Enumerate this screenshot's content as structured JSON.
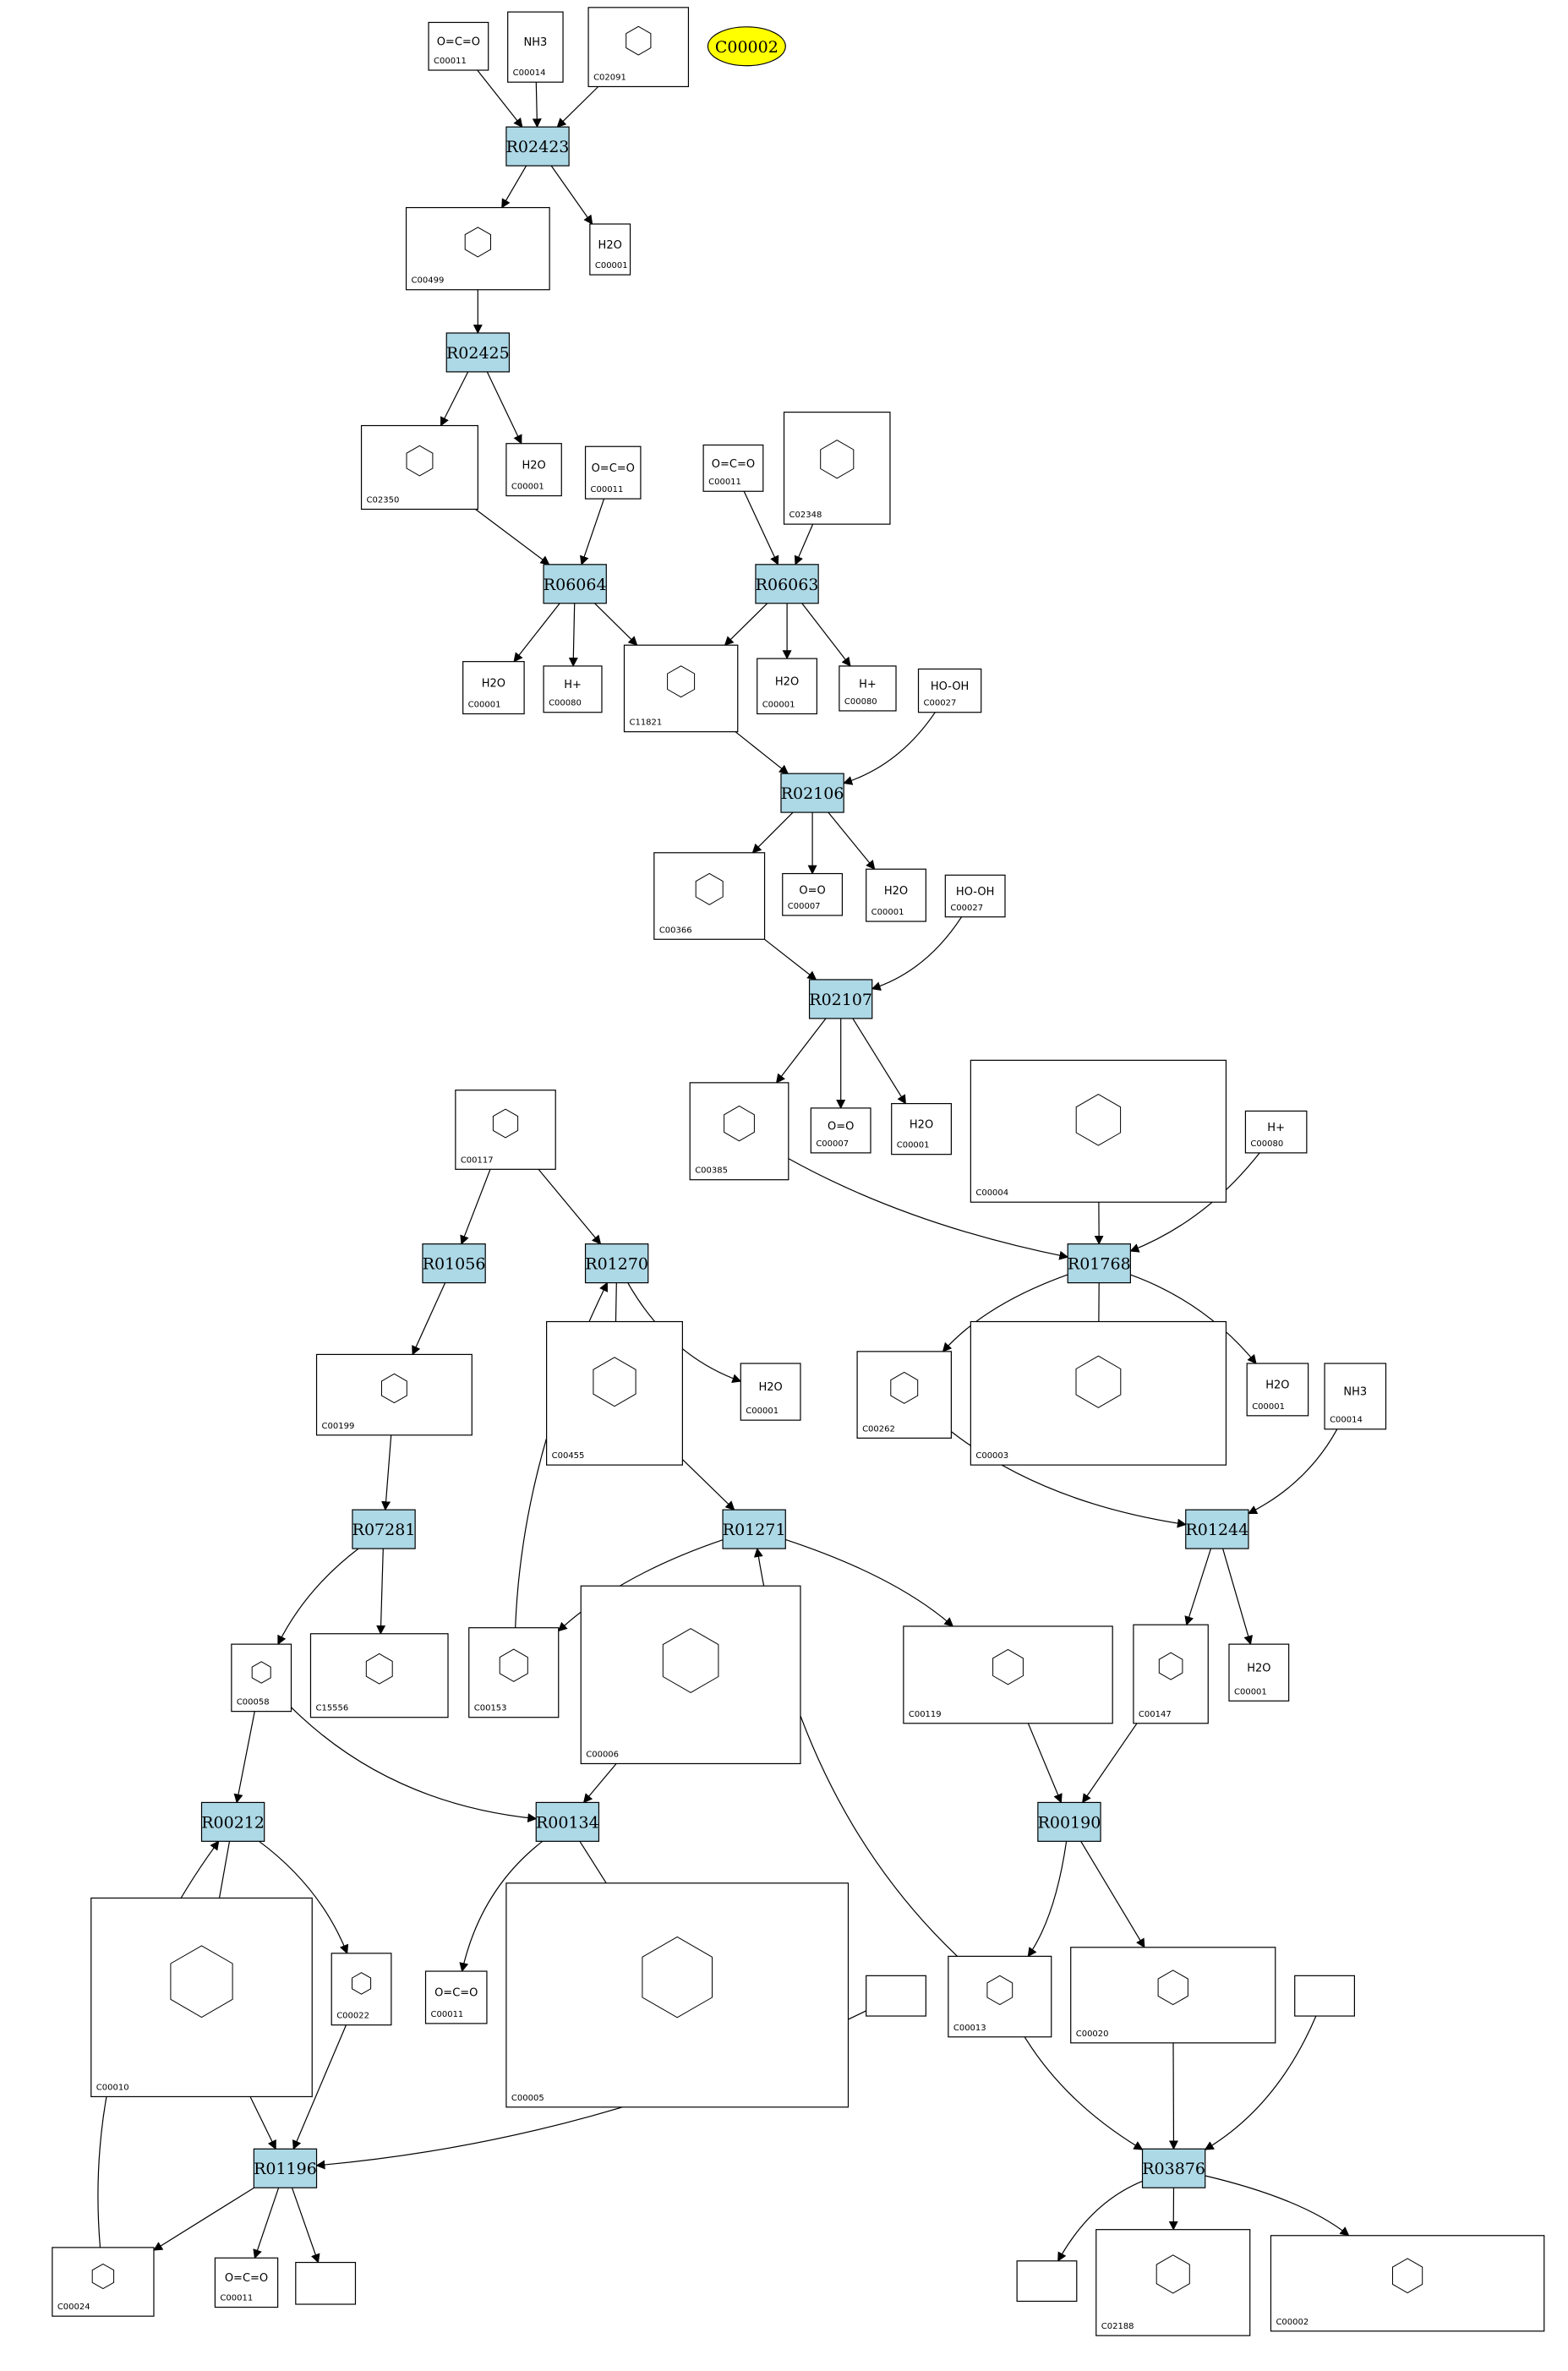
{
  "external_node": "C00002",
  "reactions": [
    {
      "id": "R02423"
    },
    {
      "id": "R02425"
    },
    {
      "id": "R06064"
    },
    {
      "id": "R06063"
    },
    {
      "id": "R02106"
    },
    {
      "id": "R02107"
    },
    {
      "id": "R01056"
    },
    {
      "id": "R01270"
    },
    {
      "id": "R01768"
    },
    {
      "id": "R07281"
    },
    {
      "id": "R01271"
    },
    {
      "id": "R01244"
    },
    {
      "id": "R00212"
    },
    {
      "id": "R00134"
    },
    {
      "id": "R00190"
    },
    {
      "id": "R01196"
    },
    {
      "id": "R03876"
    }
  ],
  "compounds": [
    {
      "id": "C00011",
      "formula": "O=C=O"
    },
    {
      "id": "C00014",
      "formula": "NH3"
    },
    {
      "id": "C02091",
      "formula": ""
    },
    {
      "id": "C00001",
      "formula": "H2O"
    },
    {
      "id": "C00499",
      "formula": ""
    },
    {
      "id": "C02350",
      "formula": ""
    },
    {
      "id": "C00001",
      "formula": "H2O"
    },
    {
      "id": "C00011",
      "formula": "O=C=O"
    },
    {
      "id": "C00011",
      "formula": "O=C=O"
    },
    {
      "id": "C02348",
      "formula": ""
    },
    {
      "id": "C00001",
      "formula": "H2O"
    },
    {
      "id": "C00080",
      "formula": "H+"
    },
    {
      "id": "C11821",
      "formula": ""
    },
    {
      "id": "C00001",
      "formula": "H2O"
    },
    {
      "id": "C00080",
      "formula": "H+"
    },
    {
      "id": "C00027",
      "formula": "HO-OH"
    },
    {
      "id": "C00366",
      "formula": ""
    },
    {
      "id": "C00007",
      "formula": "O=O"
    },
    {
      "id": "C00001",
      "formula": "H2O"
    },
    {
      "id": "C00027",
      "formula": "HO-OH"
    },
    {
      "id": "C00385",
      "formula": ""
    },
    {
      "id": "C00007",
      "formula": "O=O"
    },
    {
      "id": "C00001",
      "formula": "H2O"
    },
    {
      "id": "C00004",
      "formula": ""
    },
    {
      "id": "C00080",
      "formula": "H+"
    },
    {
      "id": "C00117",
      "formula": ""
    },
    {
      "id": "C00199",
      "formula": ""
    },
    {
      "id": "C00455",
      "formula": ""
    },
    {
      "id": "C00001",
      "formula": "H2O"
    },
    {
      "id": "C00262",
      "formula": ""
    },
    {
      "id": "C00003",
      "formula": ""
    },
    {
      "id": "C00001",
      "formula": "H2O"
    },
    {
      "id": "C00014",
      "formula": "NH3"
    },
    {
      "id": "C00058",
      "formula": ""
    },
    {
      "id": "C15556",
      "formula": ""
    },
    {
      "id": "C00153",
      "formula": ""
    },
    {
      "id": "C00006",
      "formula": ""
    },
    {
      "id": "C00119",
      "formula": ""
    },
    {
      "id": "C00147",
      "formula": ""
    },
    {
      "id": "C00001",
      "formula": "H2O"
    },
    {
      "id": "C00010",
      "formula": ""
    },
    {
      "id": "C00022",
      "formula": ""
    },
    {
      "id": "C00011",
      "formula": "O=C=O"
    },
    {
      "id": "C00005",
      "formula": ""
    },
    {
      "id": "",
      "formula": ""
    },
    {
      "id": "C00013",
      "formula": ""
    },
    {
      "id": "C00020",
      "formula": ""
    },
    {
      "id": "",
      "formula": ""
    },
    {
      "id": "C00024",
      "formula": ""
    },
    {
      "id": "C00011",
      "formula": "O=C=O"
    },
    {
      "id": "",
      "formula": ""
    },
    {
      "id": "",
      "formula": ""
    },
    {
      "id": "C02188",
      "formula": ""
    },
    {
      "id": "C00002",
      "formula": ""
    }
  ]
}
